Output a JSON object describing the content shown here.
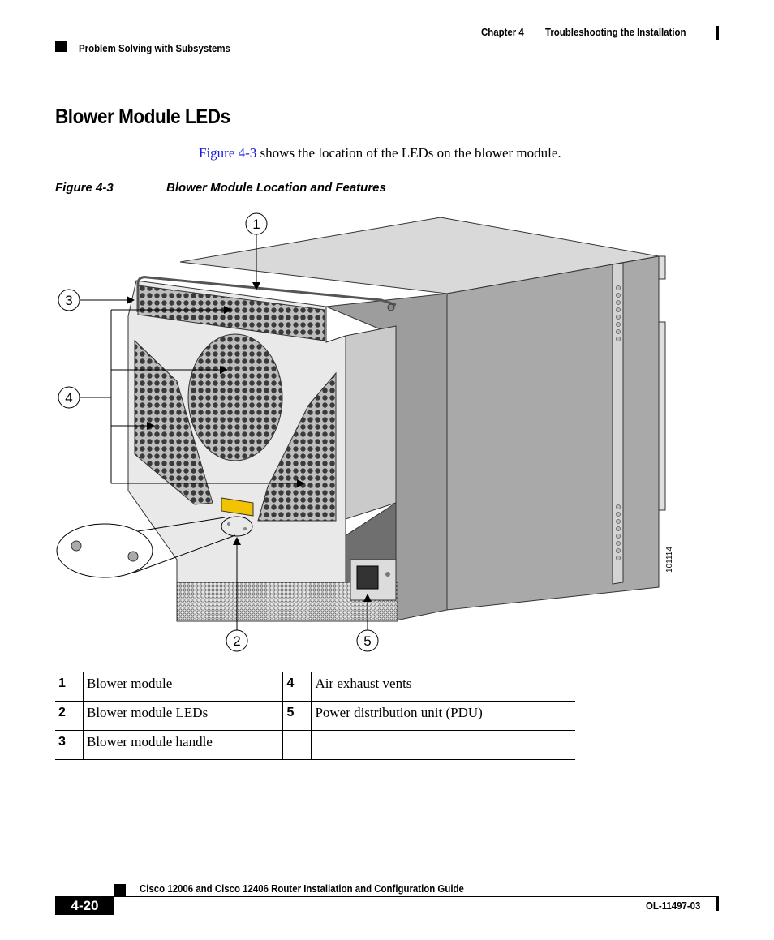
{
  "header": {
    "chapter": "Chapter 4",
    "chapter_title": "Troubleshooting the Installation",
    "section": "Problem Solving with Subsystems"
  },
  "heading": "Blower Module LEDs",
  "paragraph": {
    "link": "Figure 4-3",
    "text": " shows the location of the LEDs on the blower module."
  },
  "figure": {
    "number": "Figure 4-3",
    "caption": "Blower Module Location and Features",
    "art_id": "101114",
    "callouts": [
      "1",
      "2",
      "3",
      "4",
      "5"
    ]
  },
  "legend": [
    {
      "num_a": "1",
      "label_a": "Blower module",
      "num_b": "4",
      "label_b": "Air exhaust vents"
    },
    {
      "num_a": "2",
      "label_a": "Blower module LEDs",
      "num_b": "5",
      "label_b": "Power distribution unit (PDU)"
    },
    {
      "num_a": "3",
      "label_a": "Blower module handle",
      "num_b": "",
      "label_b": ""
    }
  ],
  "footer": {
    "guide_title": "Cisco 12006 and Cisco 12406 Router Installation and Configuration Guide",
    "page_number": "4-20",
    "doc_number": "OL-11497-03"
  }
}
